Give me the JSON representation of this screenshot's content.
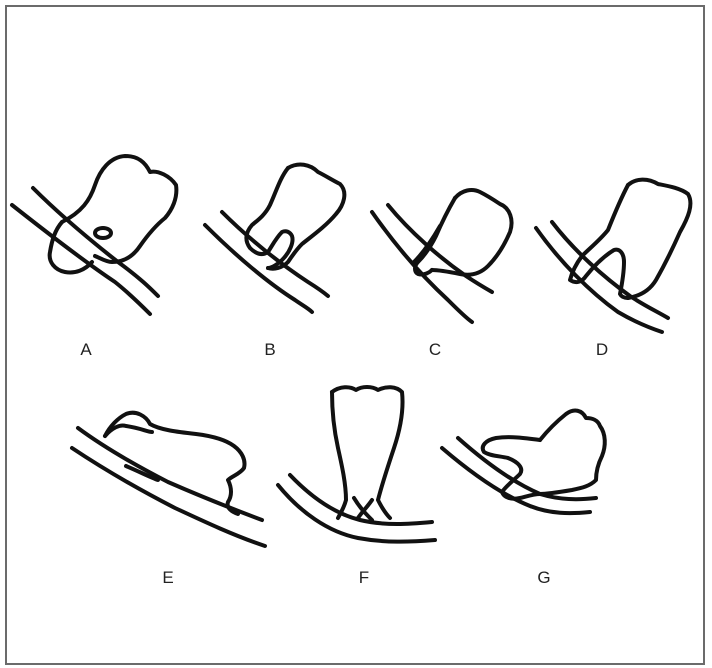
{
  "figure": {
    "labels": [
      "A",
      "B",
      "C",
      "D",
      "E",
      "F",
      "G"
    ]
  }
}
